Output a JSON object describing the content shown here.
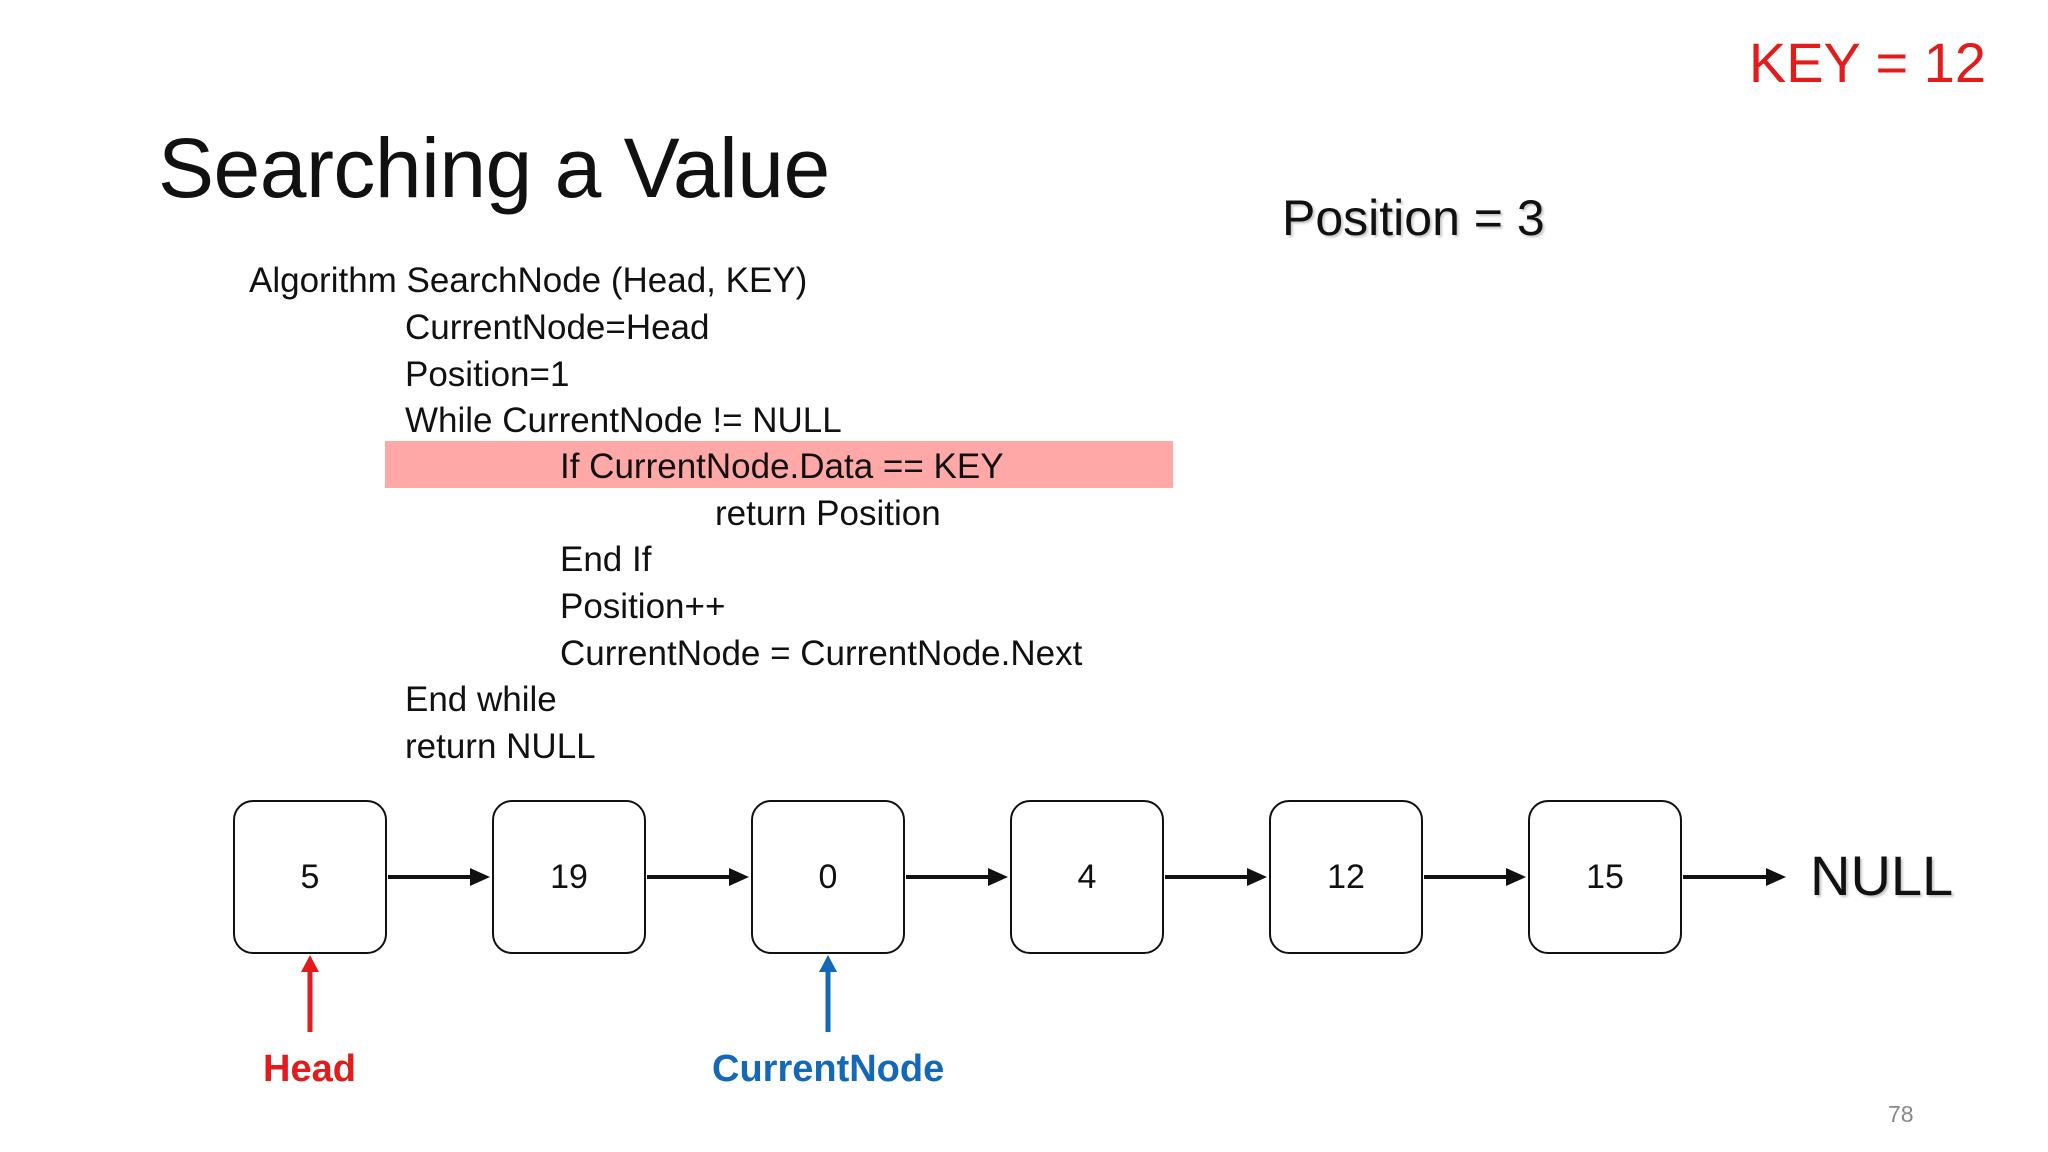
{
  "slide": {
    "title": "Searching a Value",
    "key_label": "KEY = 12",
    "position_label": "Position = 3",
    "page_number": "78"
  },
  "algorithm": {
    "lines": [
      "Algorithm SearchNode (Head, KEY)",
      "CurrentNode=Head",
      "Position=1",
      "While CurrentNode != NULL",
      "If CurrentNode.Data == KEY",
      "return Position",
      "End If",
      "Position++",
      "CurrentNode = CurrentNode.Next",
      "End while",
      "return NULL"
    ],
    "highlighted_line": "If CurrentNode.Data == KEY",
    "highlight_color": "#ffa8a8"
  },
  "linked_list": {
    "nodes": [
      "5",
      "19",
      "0",
      "4",
      "12",
      "15"
    ],
    "terminator": "NULL"
  },
  "pointers": {
    "head": {
      "label": "Head",
      "color": "#e31b1b"
    },
    "current": {
      "label": "CurrentNode",
      "color": "#1468b8"
    }
  }
}
